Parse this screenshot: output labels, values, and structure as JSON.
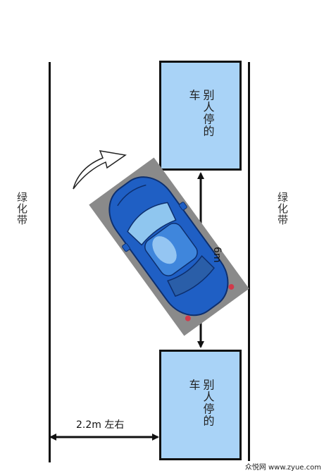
{
  "left_strip_label": "绿化带",
  "right_strip_label": "绿化带",
  "top_box_label": "别人停的车",
  "bottom_box_label": "别人停的车",
  "gap_label": "6m",
  "width_label": "2.2m 左右",
  "watermark": "众悦网 www.zyue.com",
  "colors": {
    "parked_box": "#a9d3f7",
    "car_body": "#1f5fc4",
    "car_glass": "#8fc6ef",
    "shadow": "#8a8a8a"
  }
}
